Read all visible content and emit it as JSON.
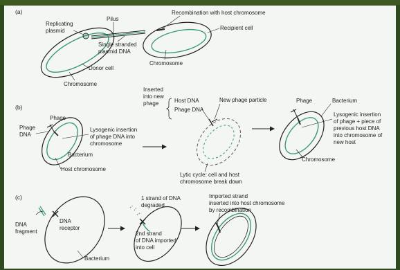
{
  "colors": {
    "border": "#2f4a1e",
    "panel": "#f3f6f3",
    "cell_green": "#3d9a7a",
    "ink": "#222222"
  },
  "panel_a": {
    "label": "(a)",
    "replicating_plasmid": [
      "Replicating",
      "plasmid"
    ],
    "pilus": "Pilus",
    "recombination": "Recombination with host chromosome",
    "recipient_cell": "Recipient cell",
    "single_stranded": [
      "Single stranded",
      "plasmid DNA"
    ],
    "donor_cell": "Donor cell",
    "chromosome_recipient": "Chromosome",
    "chromosome_donor": "Chromosome"
  },
  "panel_b": {
    "label": "(b)",
    "phage_left": "Phage",
    "phage_dna": [
      "Phage",
      "DNA"
    ],
    "lysogenic_left": [
      "Lysogenic insertion",
      "of phage DNA into",
      "chromosome"
    ],
    "bacterium_left": "Bacterium",
    "host_chromosome": "Host chromosome",
    "inserted": [
      "Inserted",
      "into new",
      "phage"
    ],
    "host_dna": "Host DNA",
    "phage_dna_mid": "Phage DNA",
    "new_phage_particle": "New phage particle",
    "lytic_cycle": [
      "Lytic cycle: cell and host",
      "chromosome break down"
    ],
    "phage_right": "Phage",
    "bacterium_right": "Bacterium",
    "lysogenic_right": [
      "Lysogenic insertion",
      "of phage + piece of",
      "previous host DNA",
      "into chromosome of",
      "new host"
    ],
    "chromosome_right": "Chromosome"
  },
  "panel_c": {
    "label": "(c)",
    "dna_fragment": [
      "DNA",
      "fragment"
    ],
    "dna_receptor": [
      "DNA",
      "receptor"
    ],
    "bacterium": "Bacterium",
    "degraded": [
      "1 strand of DNA",
      "degraded"
    ],
    "imported": [
      "2nd strand",
      "of DNA imported",
      "into cell"
    ],
    "imported_strand": [
      "Imported strand",
      "inserted into host chromosome",
      "by recombination"
    ]
  }
}
